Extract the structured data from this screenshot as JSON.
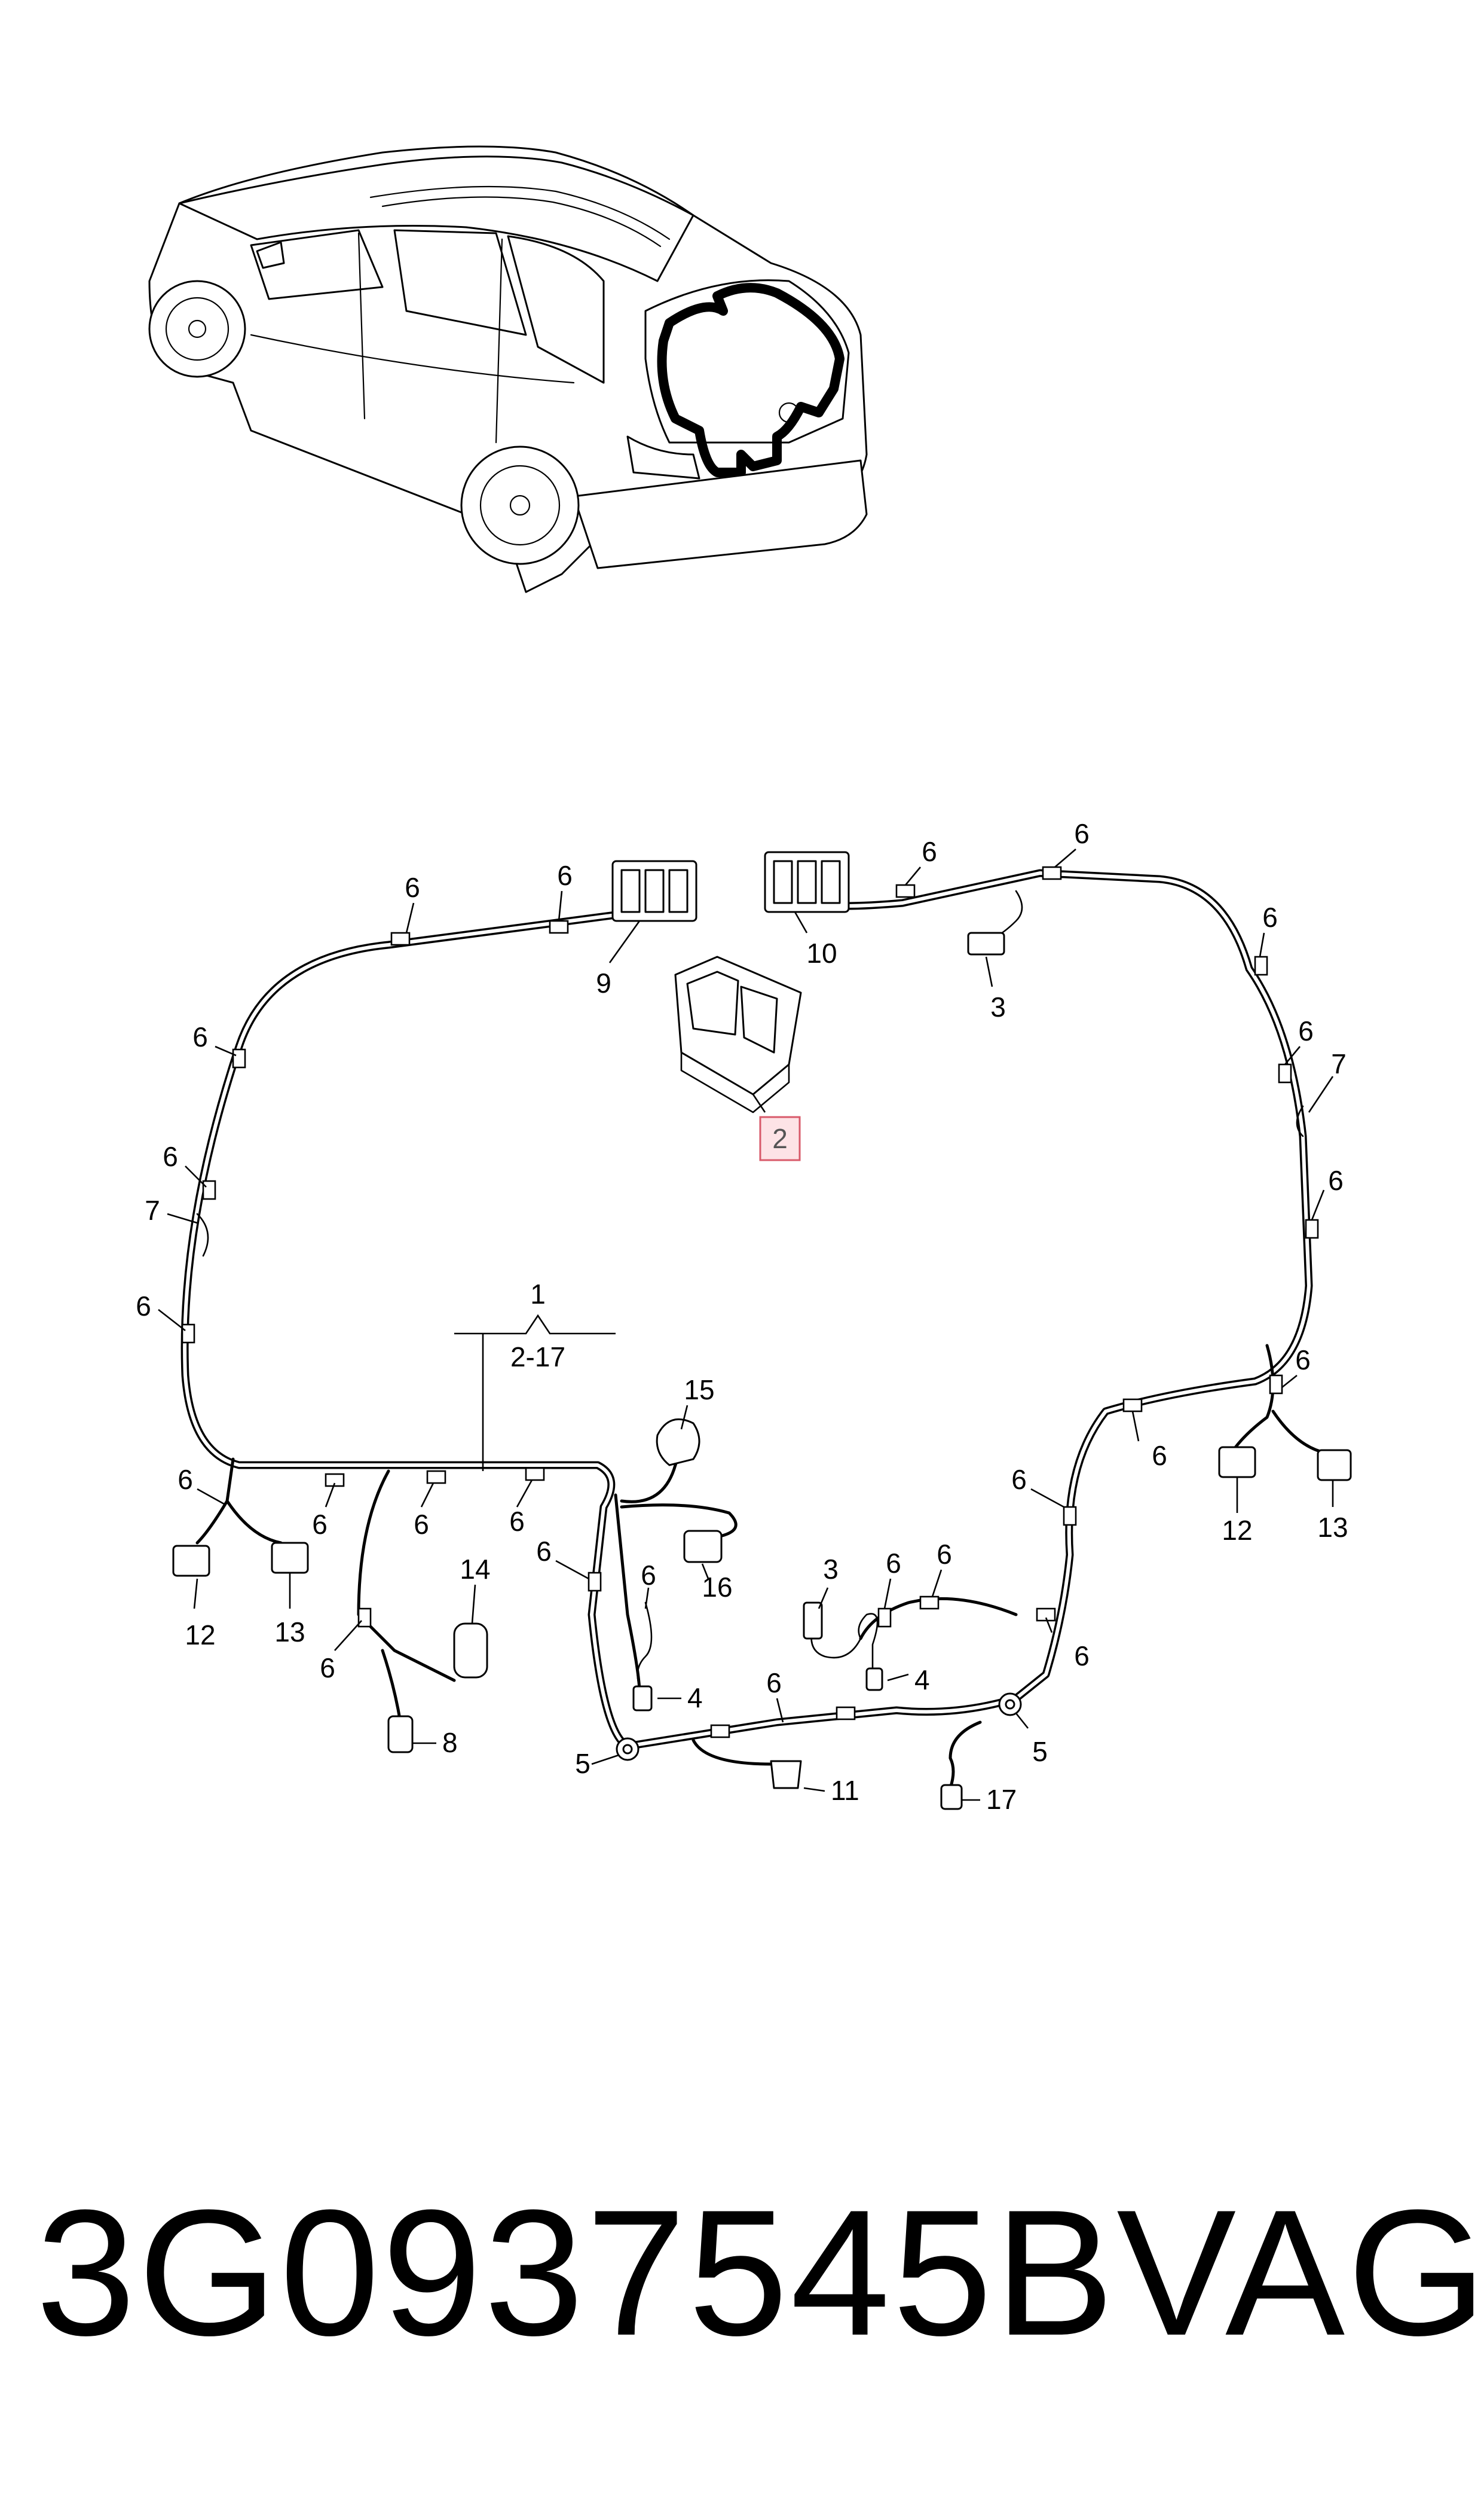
{
  "diagram": {
    "callouts": [
      {
        "label": "6"
      },
      {
        "label": "6"
      },
      {
        "label": "9"
      },
      {
        "label": "10"
      },
      {
        "label": "6"
      },
      {
        "label": "6"
      },
      {
        "label": "3"
      },
      {
        "label": "6"
      },
      {
        "label": "6"
      },
      {
        "label": "7"
      },
      {
        "label": "6"
      },
      {
        "label": "2"
      },
      {
        "label": "6"
      },
      {
        "label": "6"
      },
      {
        "label": "7"
      },
      {
        "label": "6"
      },
      {
        "label": "1"
      },
      {
        "label": "2-17"
      },
      {
        "label": "15"
      },
      {
        "label": "6"
      },
      {
        "label": "6"
      },
      {
        "label": "6"
      },
      {
        "label": "6"
      },
      {
        "label": "12"
      },
      {
        "label": "13"
      },
      {
        "label": "14"
      },
      {
        "label": "6"
      },
      {
        "label": "6"
      },
      {
        "label": "16"
      },
      {
        "label": "6"
      },
      {
        "label": "4"
      },
      {
        "label": "8"
      },
      {
        "label": "5"
      },
      {
        "label": "11"
      },
      {
        "label": "3"
      },
      {
        "label": "6"
      },
      {
        "label": "6"
      },
      {
        "label": "4"
      },
      {
        "label": "6"
      },
      {
        "label": "5"
      },
      {
        "label": "17"
      },
      {
        "label": "6"
      },
      {
        "label": "6"
      },
      {
        "label": "6"
      },
      {
        "label": "6"
      },
      {
        "label": "12"
      },
      {
        "label": "13"
      }
    ]
  },
  "footer": {
    "part_number": "3G0937545B",
    "brand": "VAG"
  }
}
